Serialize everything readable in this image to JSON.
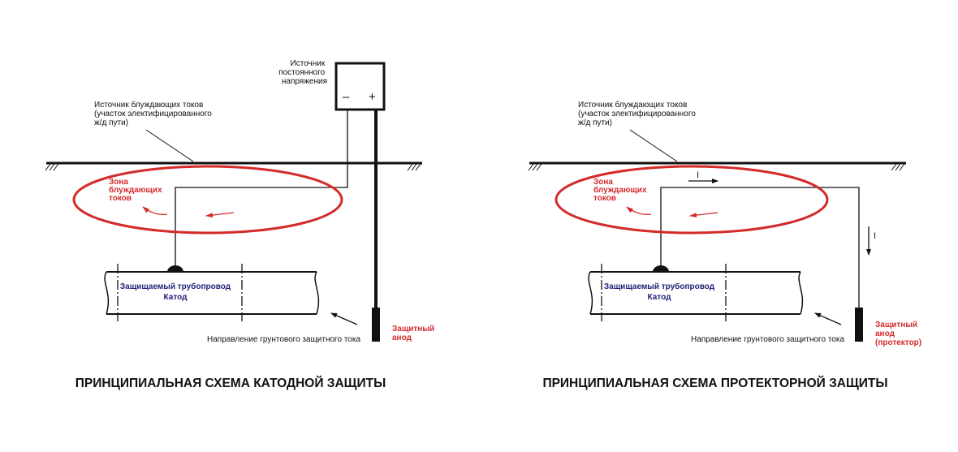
{
  "left": {
    "title": "ПРИНЦИПИАЛЬНАЯ СХЕМА КАТОДНОЙ ЗАЩИТЫ",
    "power_source": [
      "Источник",
      "постоянного",
      "напряжения"
    ],
    "minus": "–",
    "plus": "+",
    "stray_source": [
      "Источник блуждающих токов",
      "(участок электифицированного",
      "ж/д пути)"
    ],
    "stray_zone": [
      "Зона",
      "блуждающих",
      "токов"
    ],
    "pipeline": "Защищаемый трубопровод",
    "cathode": "Катод",
    "current_direction": "Направление грунтового защитного тока",
    "anode": [
      "Защитный",
      "анод"
    ]
  },
  "right": {
    "title": "ПРИНЦИПИАЛЬНАЯ СХЕМА ПРОТЕКТОРНОЙ ЗАЩИТЫ",
    "stray_source": [
      "Источник блуждающих токов",
      "(участок электифицированного",
      "ж/д пути)"
    ],
    "stray_zone": [
      "Зона",
      "блуждающих",
      "токов"
    ],
    "current_h": "I",
    "current_v": "I",
    "pipeline": "Защищаемый трубопровод",
    "cathode": "Катод",
    "current_direction": "Направление грунтового защитного тока",
    "anode": [
      "Защитный",
      "анод",
      "(протектор)"
    ]
  },
  "colors": {
    "line": "#111111",
    "accent": "#d42a2a",
    "pipeline_text": "#22227a"
  }
}
